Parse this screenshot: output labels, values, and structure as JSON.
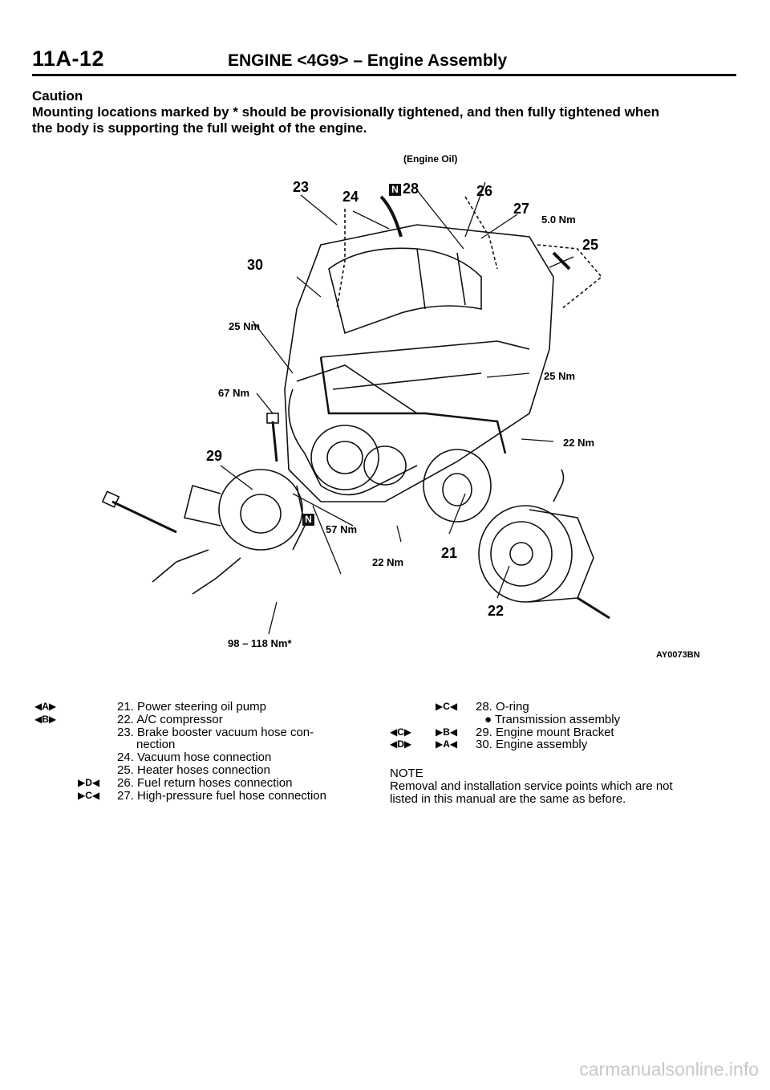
{
  "header": {
    "page_number": "11A-12",
    "title": "ENGINE <4G9> – Engine Assembly"
  },
  "caution": {
    "heading": "Caution",
    "line1": "Mounting locations marked by * should be provisionally tightened, and then fully tightened when",
    "line2": "the body is supporting the full weight of the engine."
  },
  "diagram": {
    "oil_label": "(Engine Oil)",
    "figure_code": "AY0073BN",
    "n_mark": "N",
    "callouts": {
      "c21": "21",
      "c22": "22",
      "c23": "23",
      "c24": "24",
      "c25": "25",
      "c26": "26",
      "c27": "27",
      "c28": "28",
      "c29": "29",
      "c30": "30"
    },
    "torques": {
      "t_5nm": "5.0 Nm",
      "t_25a": "25 Nm",
      "t_25b": "25 Nm",
      "t_67": "67 Nm",
      "t_22a": "22 Nm",
      "t_22b": "22 Nm",
      "t_57": "57 Nm",
      "t_98": "98 – 118 Nm*"
    }
  },
  "parts_left": [
    {
      "marker": "◀A▶",
      "text": "21. Power steering oil pump"
    },
    {
      "marker": "◀B▶",
      "text": "22. A/C compressor"
    },
    {
      "marker": "",
      "text": "23. Brake booster vacuum hose con-"
    },
    {
      "marker": "",
      "text": "nection"
    },
    {
      "marker": "",
      "text": "24. Vacuum hose connection"
    },
    {
      "marker": "",
      "text": "25. Heater hoses connection"
    },
    {
      "marker": "▶D◀",
      "text": "26. Fuel return hoses connection"
    },
    {
      "marker": "▶C◀",
      "text": "27. High-pressure fuel hose connection"
    }
  ],
  "parts_right": [
    {
      "marker1": "",
      "marker2": "▶C◀",
      "text": "28. O-ring"
    },
    {
      "marker1": "",
      "marker2": "",
      "text": "● Transmission assembly"
    },
    {
      "marker1": "◀C▶",
      "marker2": "▶B◀",
      "text": "29. Engine mount Bracket"
    },
    {
      "marker1": "◀D▶",
      "marker2": "▶A◀",
      "text": "30. Engine assembly"
    }
  ],
  "note": {
    "heading": "NOTE",
    "line1": "Removal and installation service points which are not",
    "line2": "listed in this manual are the same as before."
  },
  "watermark": "carmanualsonline.info"
}
